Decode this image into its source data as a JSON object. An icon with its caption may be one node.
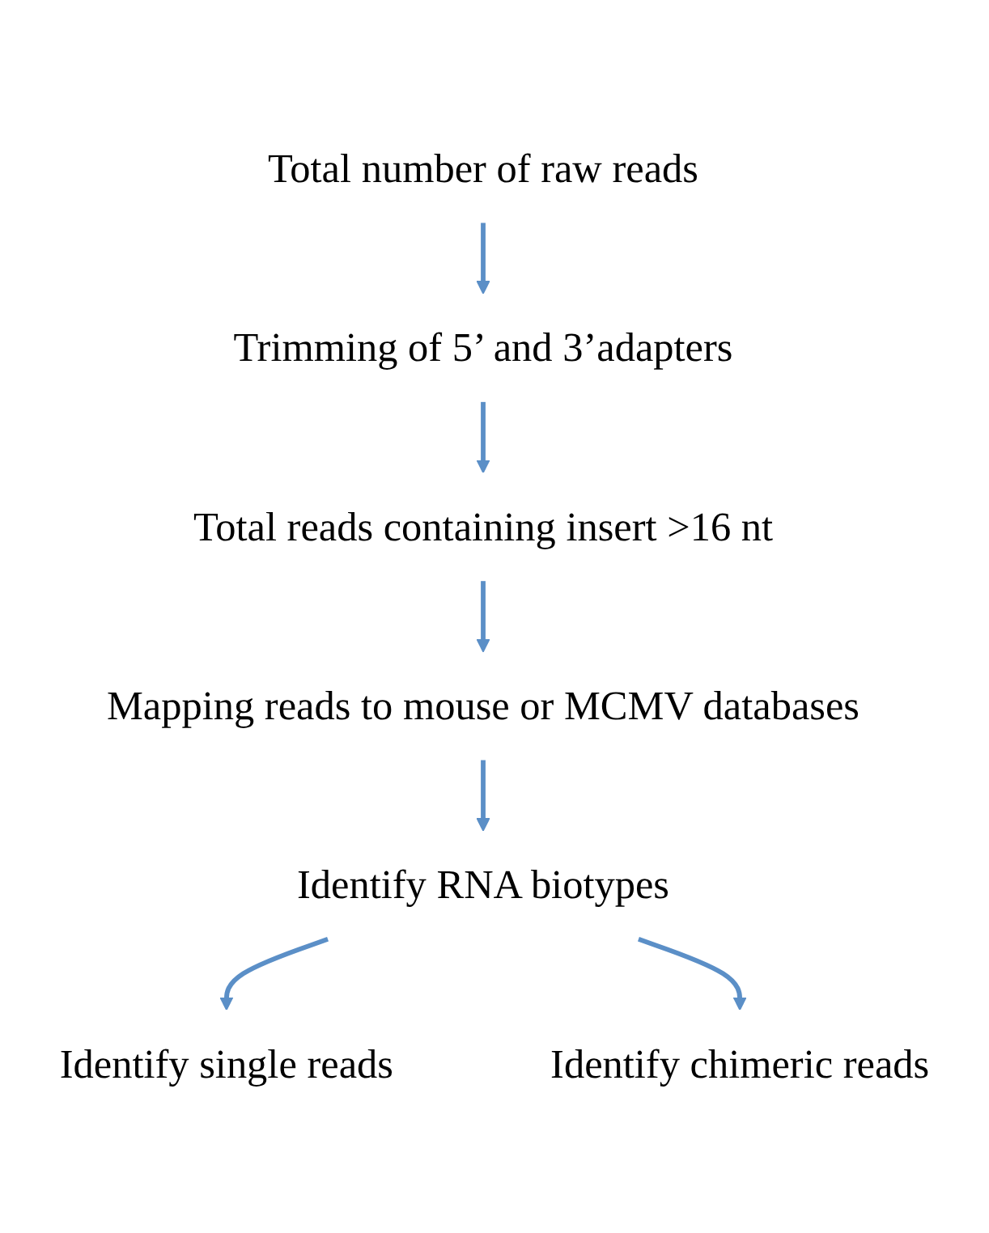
{
  "diagram": {
    "nodes": [
      {
        "text": [
          "Total number of raw reads"
        ]
      },
      {
        "text": [
          "Trimming of 5’ and 3’adapters"
        ]
      },
      {
        "text": [
          "Total reads containing insert >16 nt"
        ]
      },
      {
        "text": [
          "Mapping reads to mouse or MCMV databases"
        ]
      },
      {
        "text": [
          "Identify RNA biotypes"
        ]
      },
      {
        "text": [
          "Identify single reads"
        ]
      },
      {
        "text": [
          "Identify chimeric reads"
        ]
      }
    ],
    "edges": [
      {
        "from": 0,
        "to": 1,
        "arrow": "to"
      },
      {
        "from": 1,
        "to": 2,
        "arrow": "to"
      },
      {
        "from": 2,
        "to": 3,
        "arrow": "to"
      },
      {
        "from": 3,
        "to": 4,
        "arrow": "to"
      },
      {
        "from": 4,
        "to": 5,
        "arrow": "to"
      },
      {
        "from": 4,
        "to": 6,
        "arrow": "to"
      }
    ]
  }
}
